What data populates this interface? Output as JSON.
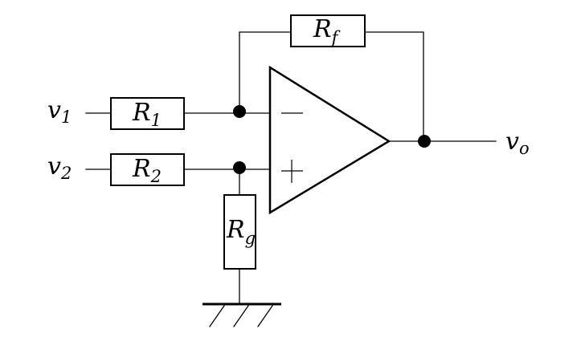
{
  "inputs": {
    "v1": {
      "main": "v",
      "sub": "1"
    },
    "v2": {
      "main": "v",
      "sub": "2"
    }
  },
  "output": {
    "main": "v",
    "sub": "o"
  },
  "resistors": {
    "r1": {
      "main": "R",
      "sub": "1"
    },
    "r2": {
      "main": "R",
      "sub": "2"
    },
    "rf": {
      "main": "R",
      "sub": "f"
    },
    "rg": {
      "main": "R",
      "sub": "g"
    }
  },
  "opamp": {
    "inverting_symbol": "minus",
    "noninverting_symbol": "plus"
  },
  "colors": {
    "stroke": "#000000",
    "background": "#ffffff"
  }
}
